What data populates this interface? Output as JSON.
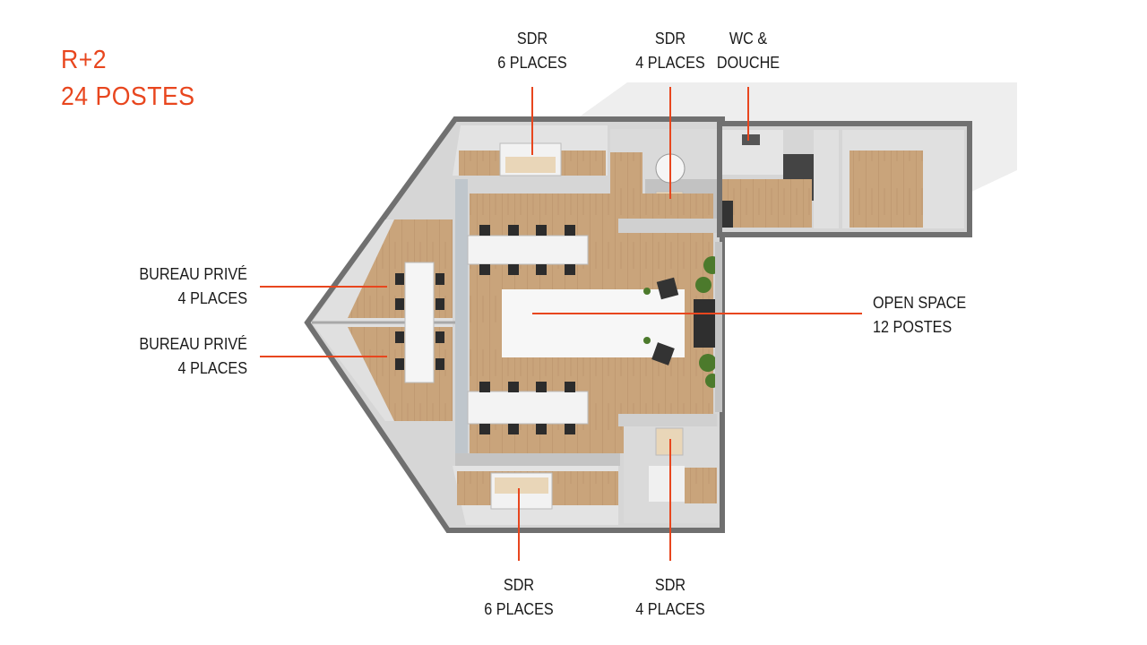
{
  "header": {
    "floor": "R+2",
    "capacity": "24 POSTES"
  },
  "labels": {
    "sdr_top_6": {
      "line1": "SDR",
      "line2": "6 PLACES"
    },
    "sdr_top_4": {
      "line1": "SDR",
      "line2": "4 PLACES"
    },
    "wc": {
      "line1": "WC &",
      "line2": "DOUCHE"
    },
    "bureau_1": {
      "line1": "BUREAU PRIVÉ",
      "line2": "4 PLACES"
    },
    "bureau_2": {
      "line1": "BUREAU PRIVÉ",
      "line2": "4 PLACES"
    },
    "open_space": {
      "line1": "OPEN SPACE",
      "line2": "12 POSTES"
    },
    "sdr_bottom_6": {
      "line1": "SDR",
      "line2": "6 PLACES"
    },
    "sdr_bottom_4": {
      "line1": "SDR",
      "line2": "4 PLACES"
    }
  },
  "colors": {
    "accent": "#e8461e",
    "wall": "#6e6e6e",
    "floor_wood": "#c9a47b",
    "partition": "#c8c8c8",
    "outer_floor": "#d9d9d9"
  }
}
